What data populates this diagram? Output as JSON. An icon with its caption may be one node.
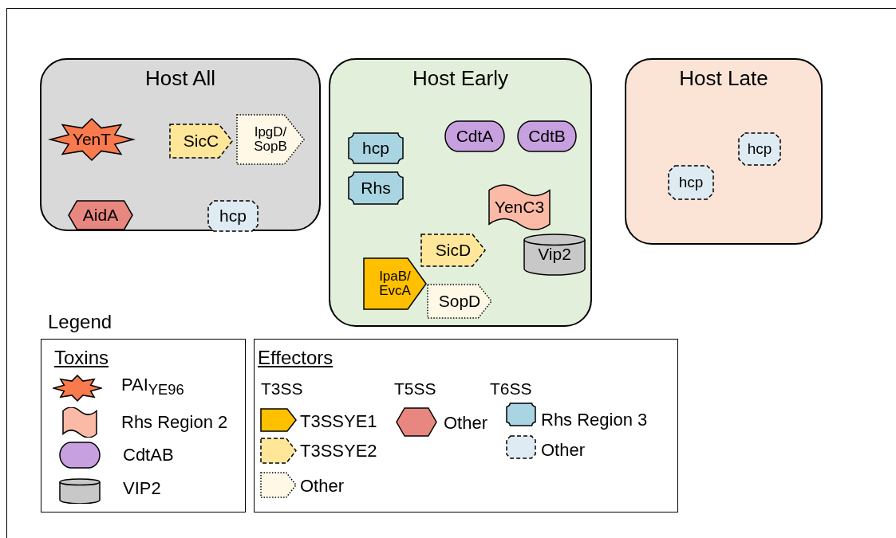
{
  "diagram": {
    "nodes": [
      {
        "text": [
          "Host All"
        ]
      },
      {
        "text": [
          "YenT"
        ],
        "in": 0
      },
      {
        "text": [
          "SicC"
        ],
        "in": 0
      },
      {
        "text": [
          "IpgD/ SopB"
        ],
        "in": 0
      },
      {
        "text": [
          "AidA"
        ],
        "in": 0
      },
      {
        "text": [
          "hcp"
        ],
        "in": 0
      },
      {
        "text": [
          "Host Early"
        ]
      },
      {
        "text": [
          "hcp"
        ],
        "in": 6
      },
      {
        "text": [
          "Rhs"
        ],
        "in": 6
      },
      {
        "text": [
          "CdtA"
        ],
        "in": 6
      },
      {
        "text": [
          "CdtB"
        ],
        "in": 6
      },
      {
        "text": [
          "YenC3"
        ],
        "in": 6
      },
      {
        "text": [
          "SicD"
        ],
        "in": 6
      },
      {
        "text": [
          "Vip2"
        ],
        "in": 6
      },
      {
        "text": [
          "IpaB/ EvcA"
        ],
        "in": 6
      },
      {
        "text": [
          "SopD"
        ],
        "in": 6
      },
      {
        "text": [
          "Host Late"
        ]
      },
      {
        "text": [
          "hcp"
        ],
        "in": 16
      },
      {
        "text": [
          "hcp"
        ],
        "in": 16
      }
    ],
    "edges": [],
    "labels": [
      "Legend",
      "Toxins",
      "Effectors",
      "T3SS",
      "T5SS",
      "T6SS"
    ],
    "legend": [
      {
        "text": "PAI$_{YE96}$"
      },
      {
        "text": "Rhs Region 2"
      },
      {
        "text": "CdtAB"
      },
      {
        "text": "VIP2"
      },
      {
        "text": "T3SSYE1"
      },
      {
        "text": "T3SSYE2"
      },
      {
        "text": "Other"
      },
      {
        "text": "Other"
      },
      {
        "text": "Rhs Region 3"
      },
      {
        "text": "Other"
      }
    ]
  }
}
